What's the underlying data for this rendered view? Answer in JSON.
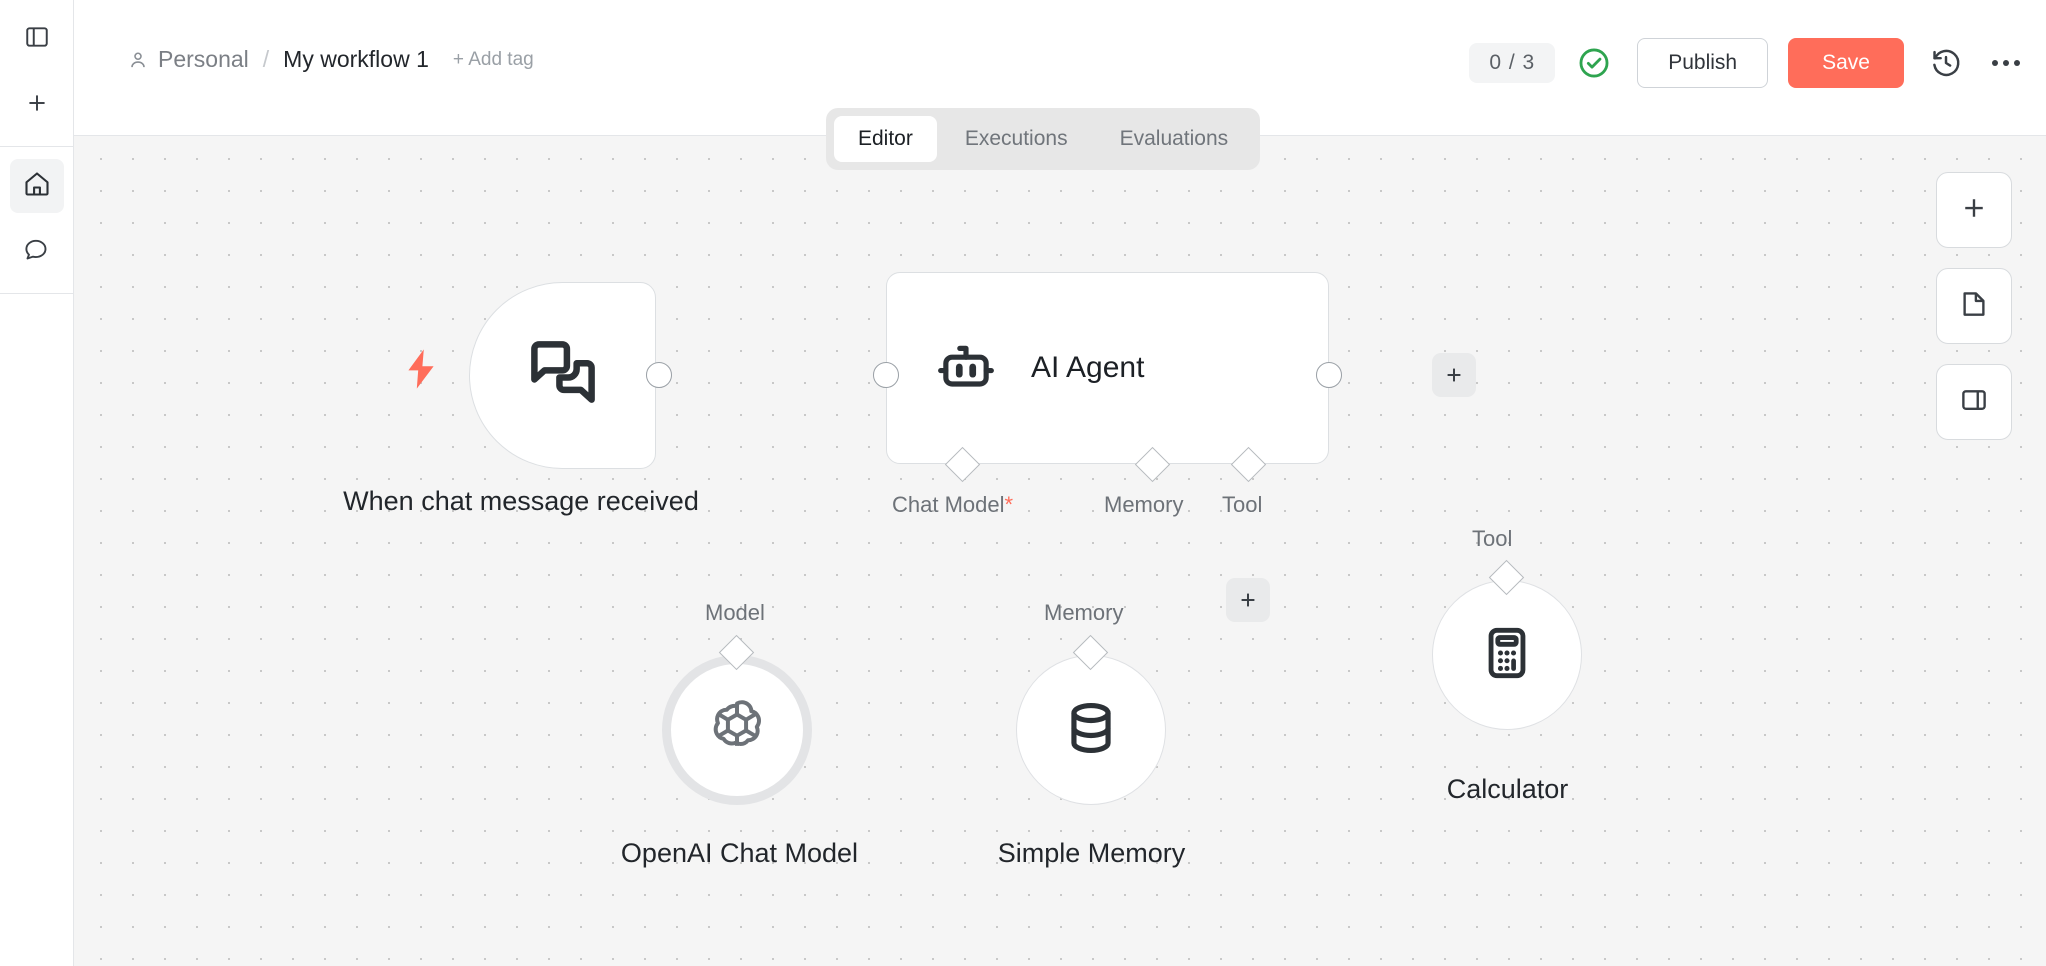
{
  "header": {
    "breadcrumb_owner": "Personal",
    "breadcrumb_separator": "/",
    "workflow_title": "My workflow 1",
    "add_tag_label": "+ Add tag",
    "counter_label": "0 / 3",
    "publish_label": "Publish",
    "save_label": "Save",
    "status_icon": "check-circle-icon",
    "history_icon": "history-icon",
    "more_icon": "more-options-icon",
    "accent_color": "#ff6d5a",
    "status_color": "#2ea44f"
  },
  "tabs": [
    {
      "label": "Editor",
      "active": true
    },
    {
      "label": "Executions",
      "active": false
    },
    {
      "label": "Evaluations",
      "active": false
    }
  ],
  "sidebar": {
    "items": [
      {
        "icon": "panel-toggle-icon",
        "active": false
      },
      {
        "icon": "plus-icon",
        "active": false
      },
      {
        "icon": "home-icon",
        "active": true
      },
      {
        "icon": "chat-bubble-icon",
        "active": false
      }
    ]
  },
  "canvas_controls": [
    {
      "icon": "plus-icon",
      "name": "add-node-button"
    },
    {
      "icon": "sticky-note-icon",
      "name": "add-sticky-note-button"
    },
    {
      "icon": "split-panel-icon",
      "name": "toggle-panel-button"
    }
  ],
  "workflow": {
    "trigger": {
      "title": "When chat message received",
      "icon": "chat-bubbles-icon",
      "badge_icon": "lightning-bolt-icon"
    },
    "agent": {
      "label": "AI Agent",
      "icon": "robot-icon",
      "ports": [
        {
          "label": "Chat Model",
          "required": true,
          "required_marker": "*"
        },
        {
          "label": "Memory",
          "required": false,
          "required_marker": ""
        },
        {
          "label": "Tool",
          "required": false,
          "required_marker": ""
        }
      ]
    },
    "sub_nodes": [
      {
        "title": "OpenAI Chat Model",
        "port_label": "Model",
        "icon": "openai-logo-icon"
      },
      {
        "title": "Simple Memory",
        "port_label": "Memory",
        "icon": "database-icon"
      },
      {
        "title": "Calculator",
        "port_label": "Tool",
        "icon": "calculator-icon"
      }
    ],
    "add_buttons": [
      {
        "name": "add-output-node-button",
        "label": "+"
      },
      {
        "name": "add-tool-node-button",
        "label": "+"
      }
    ]
  }
}
